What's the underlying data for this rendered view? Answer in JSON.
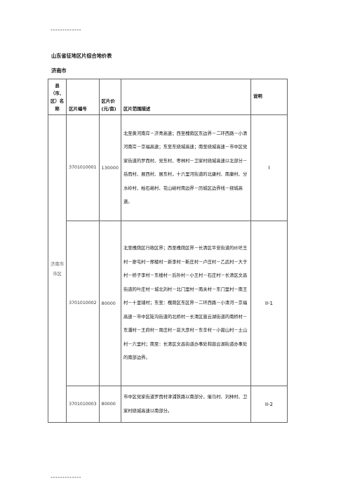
{
  "top_dashes": "-------------",
  "bottom_dashes": "-------------",
  "doc_title": "山东省征地区片综合地价表",
  "city": "济南市",
  "table": {
    "headers": {
      "county": "县（市、区）名称",
      "code": "区片编号",
      "price": "区片价(元/亩)",
      "scope": "区片范围描述",
      "note": "说明"
    },
    "county_name": "济南市市区",
    "rows": [
      {
        "code": "3701010001",
        "price": "130000",
        "scope": "北至黄河南岸－济青高速；西至槐荫区东边界－二环西路－小清河南岸－京福高速；东至东绕城高速；南至绕城高速－市中区党家街道的罗而村、党东村、枣林村－卫家村绕城高速以北部分－岳而村、展西村、展东村，十六里河街道的北康村、南康村、分水岭村、柏石峪村、花山峪村南边界－历城区边界线－绕城高速。",
        "note": "I"
      },
      {
        "code": "3701010002",
        "price": "80000",
        "scope": "北至槐荫区行政区界；西至槐荫区界－长清区平安街道的纱坯王村－廖屯村－邢楼村－新李村－靳庄村－卢庄村－乙武村－大于村－桥子李村－东楼村－后孙村－小王村－石庄村－长清区文昌街道的叶庄村－城北刘村－北门里村－南关村－东门里村－南王村－十里铺村；东至：槐荫区东区界－二环西路－小清河－京福高速－市中区陡沟街道的北桥村－长清区崮云湖街道的南桥村－东潘村－王府村－周庄村－前大彦村－东辛村－小崮山村－土山村－六里村；南至：长清区文昌街道办事处和崮云湖街道办事处的南部边界。",
        "note": "II-1"
      },
      {
        "code": "3701010003",
        "price": "80000",
        "scope": "市中区党家街道罗而村津浦铁路以南部分，催马村、刘林村、卫家村绕城高速以南部分。",
        "note": "II-2"
      }
    ]
  }
}
